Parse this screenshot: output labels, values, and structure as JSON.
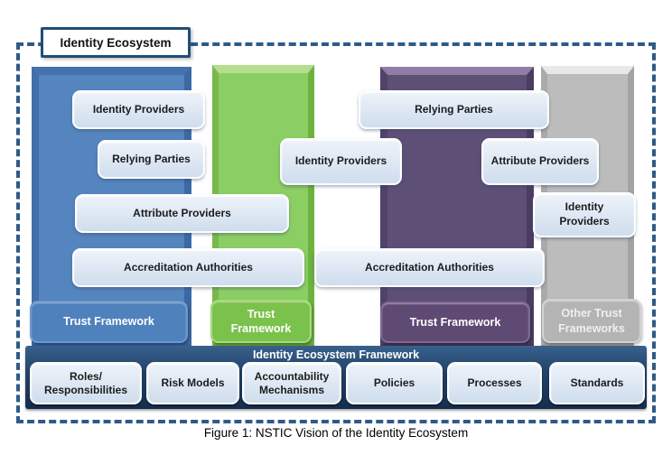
{
  "figure": {
    "caption": "Figure 1: NSTIC Vision of the Identity Ecosystem"
  },
  "diagram": {
    "title": "Identity Ecosystem",
    "border_color": "#2e5a88",
    "columns": [
      {
        "id": "blue",
        "color": "#5585bf",
        "trust_label": "Trust Framework"
      },
      {
        "id": "green",
        "color": "#8bce63",
        "trust_label": "Trust Framework"
      },
      {
        "id": "purple",
        "color": "#5e4f77",
        "trust_label": "Trust Framework"
      },
      {
        "id": "gray",
        "color": "#bcbcbc",
        "trust_label": "Other Trust Frameworks"
      }
    ],
    "pills": [
      {
        "label": "Identity Providers",
        "column": "blue"
      },
      {
        "label": "Relying Parties",
        "column": "blue"
      },
      {
        "label": "Attribute Providers",
        "column": "blue"
      },
      {
        "label": "Accreditation Authorities",
        "column": "blue"
      },
      {
        "label": "Identity Providers",
        "column": "green"
      },
      {
        "label": "Accreditation Authorities",
        "column": "green-purple"
      },
      {
        "label": "Relying Parties",
        "column": "purple"
      },
      {
        "label": "Attribute Providers",
        "column": "purple-gray"
      },
      {
        "label": "Identity Providers",
        "column": "gray"
      }
    ],
    "framework_bar": {
      "title": "Identity Ecosystem Framework",
      "bar_color": "#1d3d61",
      "items": [
        {
          "label": "Roles/ Responsibilities"
        },
        {
          "label": "Risk Models"
        },
        {
          "label": "Accountability Mechanisms"
        },
        {
          "label": "Policies"
        },
        {
          "label": "Processes"
        },
        {
          "label": "Standards"
        }
      ]
    }
  }
}
